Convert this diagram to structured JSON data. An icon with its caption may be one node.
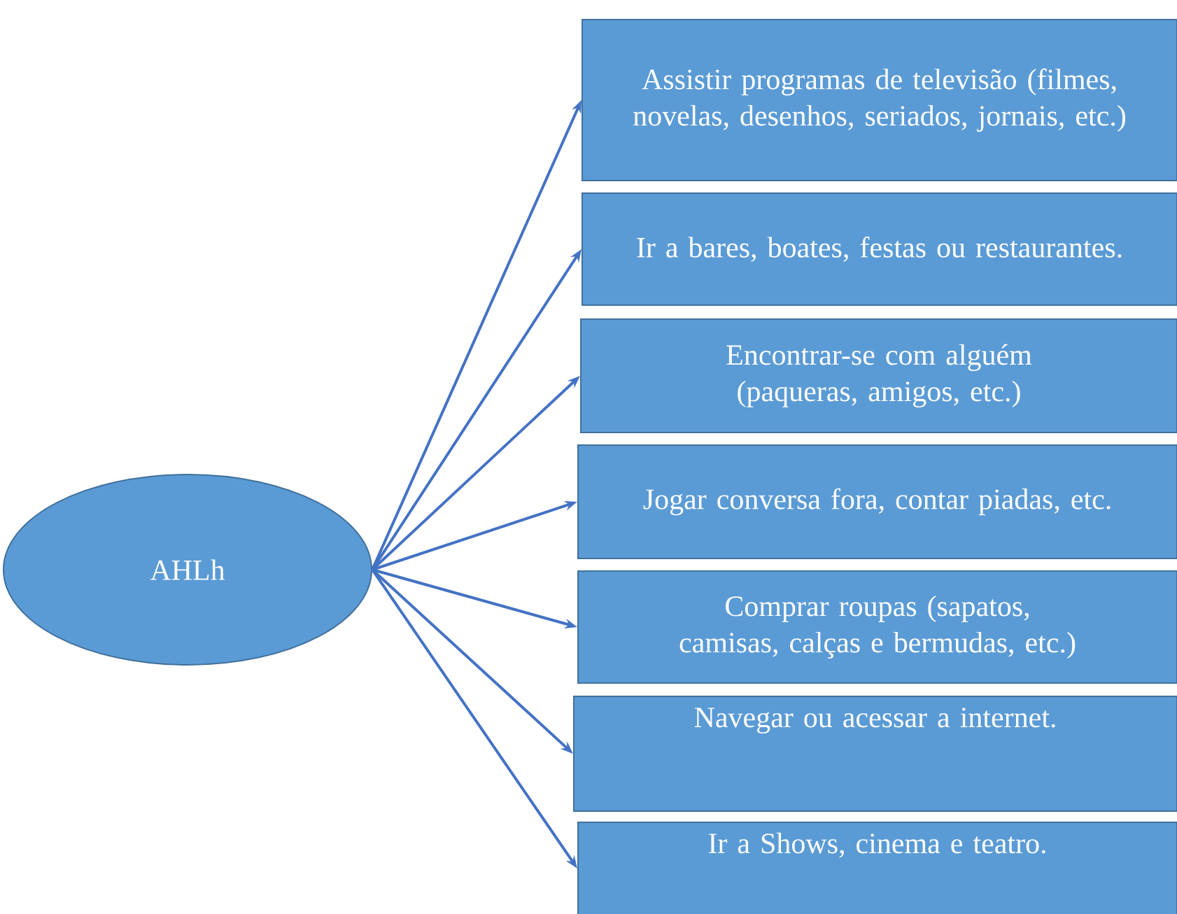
{
  "diagram": {
    "nodes": [
      {
        "text": [
          "AHLh"
        ]
      },
      {
        "text": [
          "Assistir programas de televisão (filmes, novelas, desenhos, seriados, jornais, etc.)"
        ]
      },
      {
        "text": [
          "Ir a bares, boates, festas ou restaurantes."
        ]
      },
      {
        "text": [
          "Encontrar-se com alguém (paqueras, amigos, etc.)"
        ]
      },
      {
        "text": [
          "Jogar conversa fora, contar piadas, etc."
        ]
      },
      {
        "text": [
          "Comprar roupas (sapatos, camisas, calças e bermudas, etc.)"
        ]
      },
      {
        "text": [
          "Navegar ou acessar  a internet."
        ]
      },
      {
        "text": [
          "Ir a Shows, cinema e teatro."
        ]
      }
    ],
    "edges": [
      {
        "from": 0,
        "to": 1,
        "arrow": "to"
      },
      {
        "from": 0,
        "to": 2,
        "arrow": "to"
      },
      {
        "from": 0,
        "to": 3,
        "arrow": "to"
      },
      {
        "from": 0,
        "to": 4,
        "arrow": "to"
      },
      {
        "from": 0,
        "to": 5,
        "arrow": "to"
      },
      {
        "from": 0,
        "to": 6,
        "arrow": "to"
      },
      {
        "from": 0,
        "to": 7,
        "arrow": "to"
      }
    ]
  }
}
